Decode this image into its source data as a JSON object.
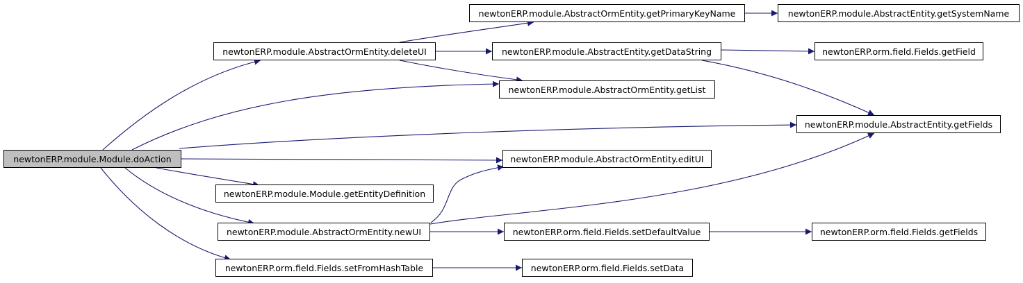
{
  "colors": {
    "edge": "#191970",
    "root_fill": "#bfbfbf",
    "node_fill": "#ffffff",
    "border": "#000000"
  },
  "nodes": [
    {
      "id": "doAction",
      "label": "newtonERP.module.Module.doAction",
      "root": true
    },
    {
      "id": "deleteUI",
      "label": "newtonERP.module.AbstractOrmEntity.deleteUI"
    },
    {
      "id": "getPrimaryKeyName",
      "label": "newtonERP.module.AbstractOrmEntity.getPrimaryKeyName"
    },
    {
      "id": "getSystemName",
      "label": "newtonERP.module.AbstractEntity.getSystemName"
    },
    {
      "id": "getDataString",
      "label": "newtonERP.module.AbstractEntity.getDataString"
    },
    {
      "id": "getField",
      "label": "newtonERP.orm.field.Fields.getField"
    },
    {
      "id": "getList",
      "label": "newtonERP.module.AbstractOrmEntity.getList"
    },
    {
      "id": "getFieldsAE",
      "label": "newtonERP.module.AbstractEntity.getFields"
    },
    {
      "id": "editUI",
      "label": "newtonERP.module.AbstractOrmEntity.editUI"
    },
    {
      "id": "getEntityDefinition",
      "label": "newtonERP.module.Module.getEntityDefinition"
    },
    {
      "id": "newUI",
      "label": "newtonERP.module.AbstractOrmEntity.newUI"
    },
    {
      "id": "setDefaultValue",
      "label": "newtonERP.orm.field.Fields.setDefaultValue"
    },
    {
      "id": "getFieldsF",
      "label": "newtonERP.orm.field.Fields.getFields"
    },
    {
      "id": "setFromHashTable",
      "label": "newtonERP.orm.field.Fields.setFromHashTable"
    },
    {
      "id": "setData",
      "label": "newtonERP.orm.field.Fields.setData"
    }
  ],
  "edges": [
    {
      "from": "doAction",
      "to": "deleteUI"
    },
    {
      "from": "doAction",
      "to": "getList"
    },
    {
      "from": "doAction",
      "to": "getFieldsAE"
    },
    {
      "from": "doAction",
      "to": "editUI"
    },
    {
      "from": "doAction",
      "to": "getEntityDefinition"
    },
    {
      "from": "doAction",
      "to": "newUI"
    },
    {
      "from": "doAction",
      "to": "setFromHashTable"
    },
    {
      "from": "deleteUI",
      "to": "getPrimaryKeyName"
    },
    {
      "from": "deleteUI",
      "to": "getDataString"
    },
    {
      "from": "deleteUI",
      "to": "getList"
    },
    {
      "from": "getPrimaryKeyName",
      "to": "getSystemName"
    },
    {
      "from": "getDataString",
      "to": "getField"
    },
    {
      "from": "getDataString",
      "to": "getFieldsAE"
    },
    {
      "from": "newUI",
      "to": "editUI"
    },
    {
      "from": "newUI",
      "to": "getFieldsAE"
    },
    {
      "from": "newUI",
      "to": "setDefaultValue"
    },
    {
      "from": "setDefaultValue",
      "to": "getFieldsF"
    },
    {
      "from": "setFromHashTable",
      "to": "setData"
    }
  ]
}
